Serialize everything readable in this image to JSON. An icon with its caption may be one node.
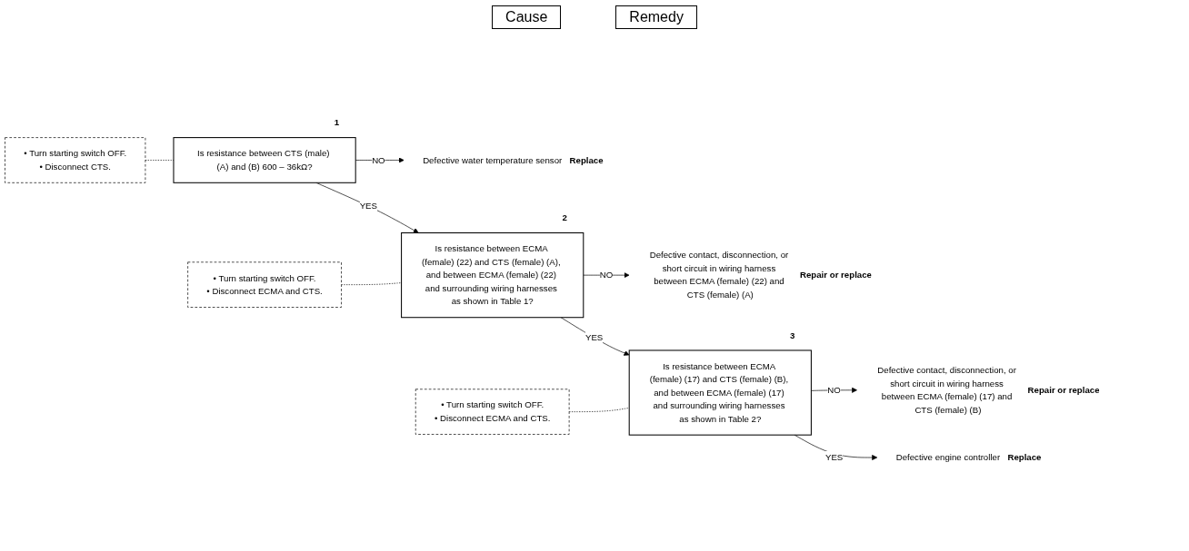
{
  "diagram": {
    "nodes": [
      {
        "text": [
          "• Turn starting switch OFF.",
          "• Disconnect CTS."
        ]
      },
      {
        "text": [
          "Is resistance between CTS (male) (A) and (B) 600 – 36kΩ?"
        ],
        "beside": [
          "1"
        ]
      },
      {
        "text": [
          "Defective water temperature sensor"
        ],
        "beside": [
          "Replace"
        ]
      },
      {
        "text": [
          "• Turn starting switch OFF.",
          "• Disconnect ECMA and CTS."
        ]
      },
      {
        "text": [
          "Is resistance between ECMA (female) (22) and CTS (female) (A), and between ECMA (female) (22) and surrounding wiring harnesses as shown in Table 1?"
        ],
        "beside": [
          "2"
        ]
      },
      {
        "text": [
          "Defective contact, disconnection, or short circuit in wiring harness between ECMA (female) (22) and CTS (female) (A)"
        ],
        "beside": [
          "Repair or replace"
        ]
      },
      {
        "text": [
          "• Turn starting switch OFF.",
          "• Disconnect ECMA and CTS."
        ]
      },
      {
        "text": [
          "Is resistance between ECMA (female) (17) and CTS (female) (B), and between ECMA (female) (17) and surrounding wiring harnesses as shown in Table 2?"
        ],
        "beside": [
          "3"
        ]
      },
      {
        "text": [
          "Defective contact, disconnection, or short circuit in wiring harness between ECMA (female) (17) and CTS (female) (B)"
        ],
        "beside": [
          "Repair or replace"
        ]
      },
      {
        "text": [
          "Defective engine controller"
        ],
        "beside": [
          "Replace"
        ]
      }
    ],
    "edges": [
      {
        "from": 0,
        "to": 1,
        "arrow": "none",
        "style": "dashed"
      },
      {
        "from": 1,
        "to": 2,
        "arrow": "to",
        "label": "NO"
      },
      {
        "from": 1,
        "to": 4,
        "arrow": "to",
        "label": "YES"
      },
      {
        "from": 3,
        "to": 4,
        "arrow": "none",
        "style": "dashed"
      },
      {
        "from": 4,
        "to": 5,
        "arrow": "to",
        "label": "NO"
      },
      {
        "from": 4,
        "to": 7,
        "arrow": "to",
        "label": "YES"
      },
      {
        "from": 6,
        "to": 7,
        "arrow": "none",
        "style": "dashed"
      },
      {
        "from": 7,
        "to": 8,
        "arrow": "to",
        "label": "NO"
      },
      {
        "from": 7,
        "to": 9,
        "arrow": "to",
        "label": "YES"
      }
    ],
    "labels": [
      "Cause",
      "Remedy"
    ]
  }
}
